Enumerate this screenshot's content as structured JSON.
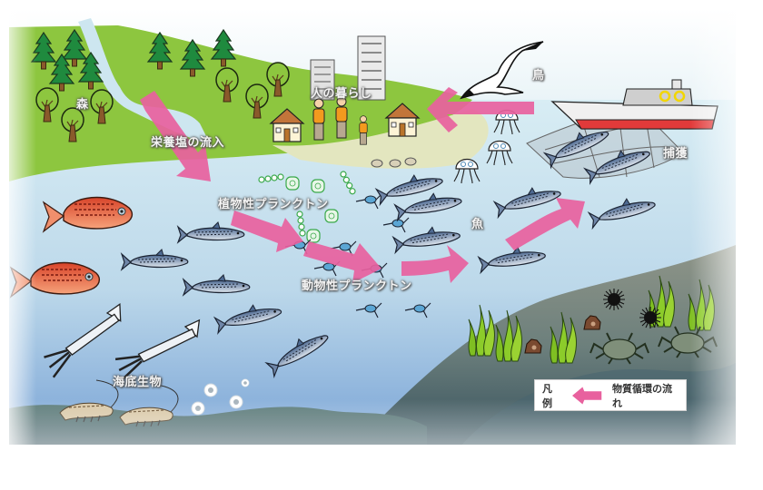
{
  "diagram": {
    "title_hidden": "",
    "colors": {
      "flow_arrow": "#e8619e",
      "land_green": "#8dc63f",
      "sky": "#eaf4f7",
      "water_top": "#d6ebf3",
      "water_deep": "#8fb5dc",
      "seabed_gray": "#8e948a",
      "seabed_dark": "#3f5c66",
      "beach": "#e3e6bf"
    },
    "labels": {
      "forest": "森",
      "nutrient_inflow": "栄養塩の流入",
      "human_life": "人の暮らし",
      "bird": "鳥",
      "capture": "捕獲",
      "phytoplankton": "植物性プランクトン",
      "zooplankton": "動物性プランクトン",
      "fish": "魚",
      "benthos": "海底生物"
    },
    "legend": {
      "title": "凡例",
      "item": "物質循環の流れ"
    },
    "flows": [
      {
        "from": "森",
        "to": "植物性プランクトン",
        "label": "栄養塩の流入"
      },
      {
        "from": "植物性プランクトン",
        "to": "動物性プランクトン"
      },
      {
        "from": "動物性プランクトン",
        "to": "魚"
      },
      {
        "from": "魚",
        "to": "捕獲"
      },
      {
        "from": "捕獲",
        "to": "人の暮らし"
      }
    ]
  }
}
